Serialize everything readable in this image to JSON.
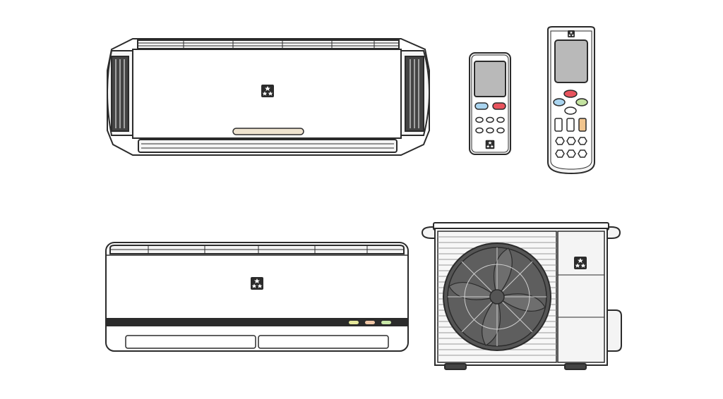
{
  "scene": {
    "items": [
      {
        "name": "split-ac-indoor-unit-large"
      },
      {
        "name": "remote-control-small"
      },
      {
        "name": "remote-control-large"
      },
      {
        "name": "split-ac-indoor-unit-slim"
      },
      {
        "name": "outdoor-condenser-unit"
      }
    ]
  },
  "colors": {
    "stroke": "#2b2b2b",
    "body": "#ffffff",
    "panel": "#f4f4f4",
    "vent": "#444444",
    "screen": "#b9b9b9",
    "fan_bg": "#555555",
    "indicator_beige": "#efe3cf",
    "btn_blue": "#a9d4ef",
    "btn_red": "#e8545e",
    "btn_green": "#c4e3a0",
    "btn_orange": "#f1c58e",
    "led_yellow": "#e5e79a",
    "led_peach": "#f1c8a8",
    "led_green": "#c9e8a8"
  },
  "logo_icon": "three-star-logo-icon"
}
